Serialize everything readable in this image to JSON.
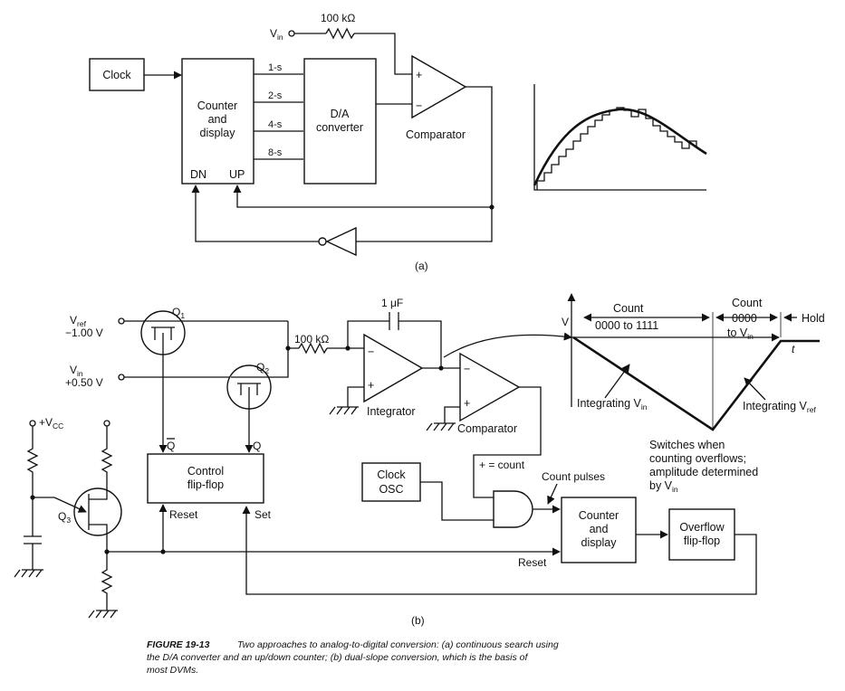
{
  "part_a": {
    "label": "(a)",
    "vin": "V",
    "vin_sub": "in",
    "resistor": "100 kΩ",
    "clock": "Clock",
    "counter_line1": "Counter",
    "counter_line2": "and",
    "counter_line3": "display",
    "bits": [
      "1-s",
      "2-s",
      "4-s",
      "8-s"
    ],
    "dn": "DN",
    "up": "UP",
    "dac_line1": "D/A",
    "dac_line2": "converter",
    "plus": "+",
    "minus": "−",
    "comparator": "Comparator"
  },
  "part_b": {
    "label": "(b)",
    "vref": "V",
    "vref_sub": "ref",
    "vref_val": "−1.00 V",
    "vin": "V",
    "vin_sub": "in",
    "vin_val": "+0.50 V",
    "q1": "Q",
    "q1_sub": "1",
    "q2": "Q",
    "q2_sub": "2",
    "q3": "Q",
    "q3_sub": "3",
    "vcc": "+V",
    "vcc_sub": "CC",
    "resistor": "100 kΩ",
    "cap": "1 μF",
    "integrator": "Integrator",
    "comparator": "Comparator",
    "plus": "+",
    "minus": "−",
    "qbar": "Q",
    "q": "Q",
    "control_line1": "Control",
    "control_line2": "flip-flop",
    "reset": "Reset",
    "set": "Set",
    "plus_count": "+ = count",
    "clock_line1": "Clock",
    "clock_line2": "OSC",
    "count_pulses": "Count pulses",
    "counter_line1": "Counter",
    "counter_line2": "and",
    "counter_line3": "display",
    "overflow_line1": "Overflow",
    "overflow_line2": "flip-flop",
    "reset2": "Reset"
  },
  "waveform": {
    "v_axis": "V",
    "t_axis": "t",
    "count1_line1": "Count",
    "count1_line2": "0000 to 1111",
    "count2_line1": "Count",
    "count2_line2": "0000",
    "count2_line3": "to V",
    "count2_sub": "in",
    "hold": "Hold",
    "int_vin": "Integrating V",
    "int_vin_sub": "in",
    "int_vref": "Integrating V",
    "int_vref_sub": "ref",
    "switch_line1": "Switches when",
    "switch_line2": "counting overflows;",
    "switch_line3": "amplitude determined",
    "switch_line4": "by V",
    "switch_sub": "in"
  },
  "caption": {
    "figure": "FIGURE 19-13",
    "line1": "Two approaches to analog-to-digital conversion: (a) continuous search using",
    "line2": "the D/A converter and an up/down counter; (b) dual-slope conversion, which is the basis of",
    "line3": "most DVMs."
  }
}
